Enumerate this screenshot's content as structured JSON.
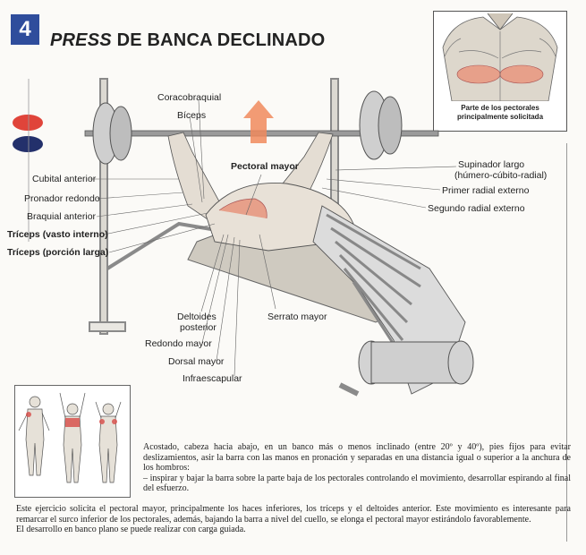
{
  "header": {
    "number": "4",
    "title_italic": "PRESS",
    "title_rest": " DE BANCA DECLINADO"
  },
  "inset": {
    "caption_line1": "Parte de los pectorales",
    "caption_line2": "principalmente solicitada"
  },
  "colors": {
    "number_box": "#2f4d9c",
    "oval_top": "#e0443a",
    "oval_bottom": "#23306b",
    "arrow": "#f08a5d"
  },
  "labels_left": [
    {
      "text": "Cubital anterior",
      "bold": false
    },
    {
      "text": "Pronador redondo",
      "bold": false
    },
    {
      "text": "Braquial anterior",
      "bold": false
    },
    {
      "text": "Tríceps (vasto interno)",
      "bold": true
    },
    {
      "text": "Tríceps (porción larga)",
      "bold": true
    }
  ],
  "labels_top": {
    "coracobraquial": "Coracobraquial",
    "biceps": "Bíceps",
    "pectoral_mayor": "Pectoral mayor"
  },
  "labels_right": [
    "Supinador largo",
    "(húmero-cúbito-radial)",
    "Primer radial externo",
    "Segundo radial externo"
  ],
  "labels_bottom": {
    "deltoides_1": "Deltoides",
    "deltoides_2": "posterior",
    "serrato": "Serrato mayor",
    "redondo": "Redondo mayor",
    "dorsal": "Dorsal mayor",
    "infraescapular": "Infraescapular"
  },
  "description": {
    "p1": "Acostado, cabeza hacia abajo, en un banco más o menos inclinado (entre 20º y 40º), pies fijos para evitar deslizamientos, asir la barra con las manos en pronación y separadas en una distancia igual o superior a la anchura de los hombros:",
    "p2": "–  inspirar y bajar la barra sobre la parte baja de los pectorales controlando el movimiento, desarrollar espirando al final del esfuerzo.",
    "p3": "Este ejercicio solicita el pectoral mayor, principalmente los haces inferiores, los tríceps y el deltoides anterior. Este movimiento es interesante para remarcar el surco inferior de los pectorales, además, bajando la barra a nivel del cuello, se elonga el pectoral mayor estirándolo favorablemente.",
    "p4": "El desarrollo en banco plano se puede realizar con carga guiada."
  }
}
